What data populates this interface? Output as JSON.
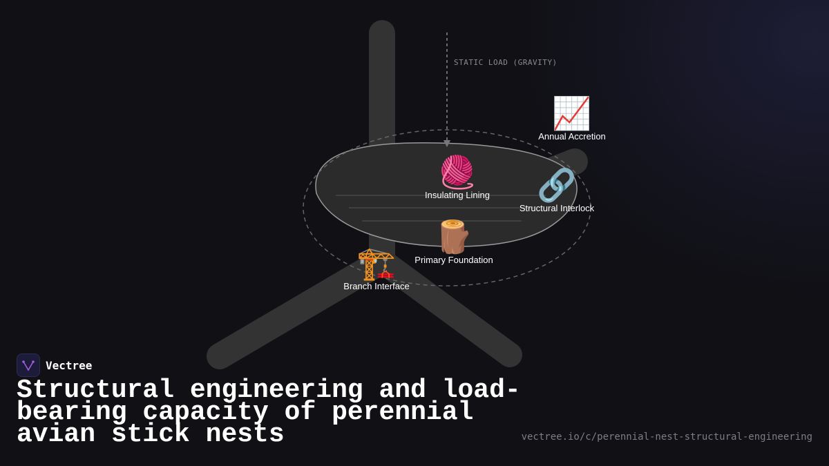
{
  "brand": {
    "name": "Vectree",
    "logo_icon": "v-branch-logo-icon",
    "logo_color": "#a05ce0"
  },
  "load_annotation": "STATIC LOAD (GRAVITY)",
  "nodes": [
    {
      "id": "accretion",
      "emoji": "📈",
      "icon": "chart-increasing-icon",
      "label": "Annual Accretion"
    },
    {
      "id": "lining",
      "emoji": "🧶",
      "icon": "yarn-ball-icon",
      "label": "Insulating Lining"
    },
    {
      "id": "interlock",
      "emoji": "🔗",
      "icon": "link-icon",
      "label": "Structural Interlock"
    },
    {
      "id": "foundation",
      "emoji": "🪵",
      "icon": "wood-log-icon",
      "label": "Primary Foundation"
    },
    {
      "id": "branch",
      "emoji": "🏗️",
      "icon": "construction-crane-icon",
      "label": "Branch Interface"
    }
  ],
  "title": "Structural engineering and load-bearing capacity of perennial avian stick nests",
  "url": "vectree.io/c/perennial-nest-structural-engineering",
  "colors": {
    "background": "#101015",
    "branch": "#333333",
    "nest": "#2b2b2b",
    "nest_outline": "#999999",
    "text": "#ffffff",
    "muted": "#7d7d85"
  }
}
